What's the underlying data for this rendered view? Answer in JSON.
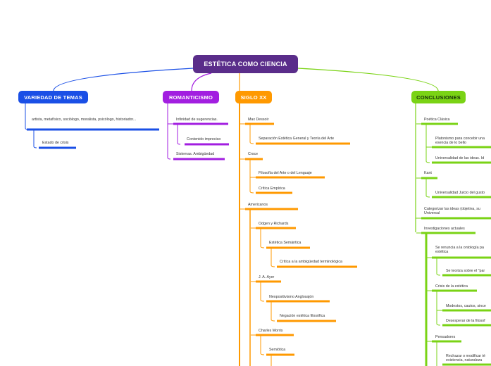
{
  "root": "ESTÉTICA COMO CIENCIA",
  "branches": {
    "variedad": {
      "label": "VARIEDAD DE TEMAS",
      "color": "#1a4fe6",
      "items": [
        "artista, metafísico, sociólogo, moralista, psicólogo, historiador...",
        "Estado de crisis"
      ]
    },
    "romanticismo": {
      "label": "ROMANTICISMO",
      "color": "#a21ee0",
      "items": [
        "Infinidad de sugerencias.",
        "Contenido impreciso",
        "Sistemas. Ambigüedad"
      ]
    },
    "siglo": {
      "label": "SIGLO XX",
      "color": "#ff9900",
      "items": [
        "Max Dessoir",
        "Separación Estética General y Teoría del Arte",
        "Croce",
        "Filosofía del Arte o del Lenguaje",
        "Crítica Empírica",
        "Americanos",
        "Odgen y Richards",
        "Estética Semántica",
        "Crítica a la ambigüedad terminológica",
        "J. A. Ayer",
        "Neopositivismo Anglosajón",
        "Negación estética filosófica",
        "Charles Morris",
        "Semiótica"
      ]
    },
    "conclusiones": {
      "label": "CONCLUSIONES",
      "color": "#7ad315",
      "items": [
        "Poética Clásica",
        "Platonismo para concebir una esencia de lo bello",
        "Universalidad de las ideas. Id",
        "Kant",
        "Universalidad Juicio del gusto",
        "Categorizar las ideas (objetiva, su Universal",
        "Investigaciones actuales",
        "Se renuncia a la ontología pa estética",
        "Se teoriza sobre el \"par",
        "Crisis de la estética",
        "Modestos, cautos, since",
        "Desesperar de la filosof",
        "Pensadores",
        "Rechazar o modificar té existencia, naturaleza"
      ]
    }
  }
}
